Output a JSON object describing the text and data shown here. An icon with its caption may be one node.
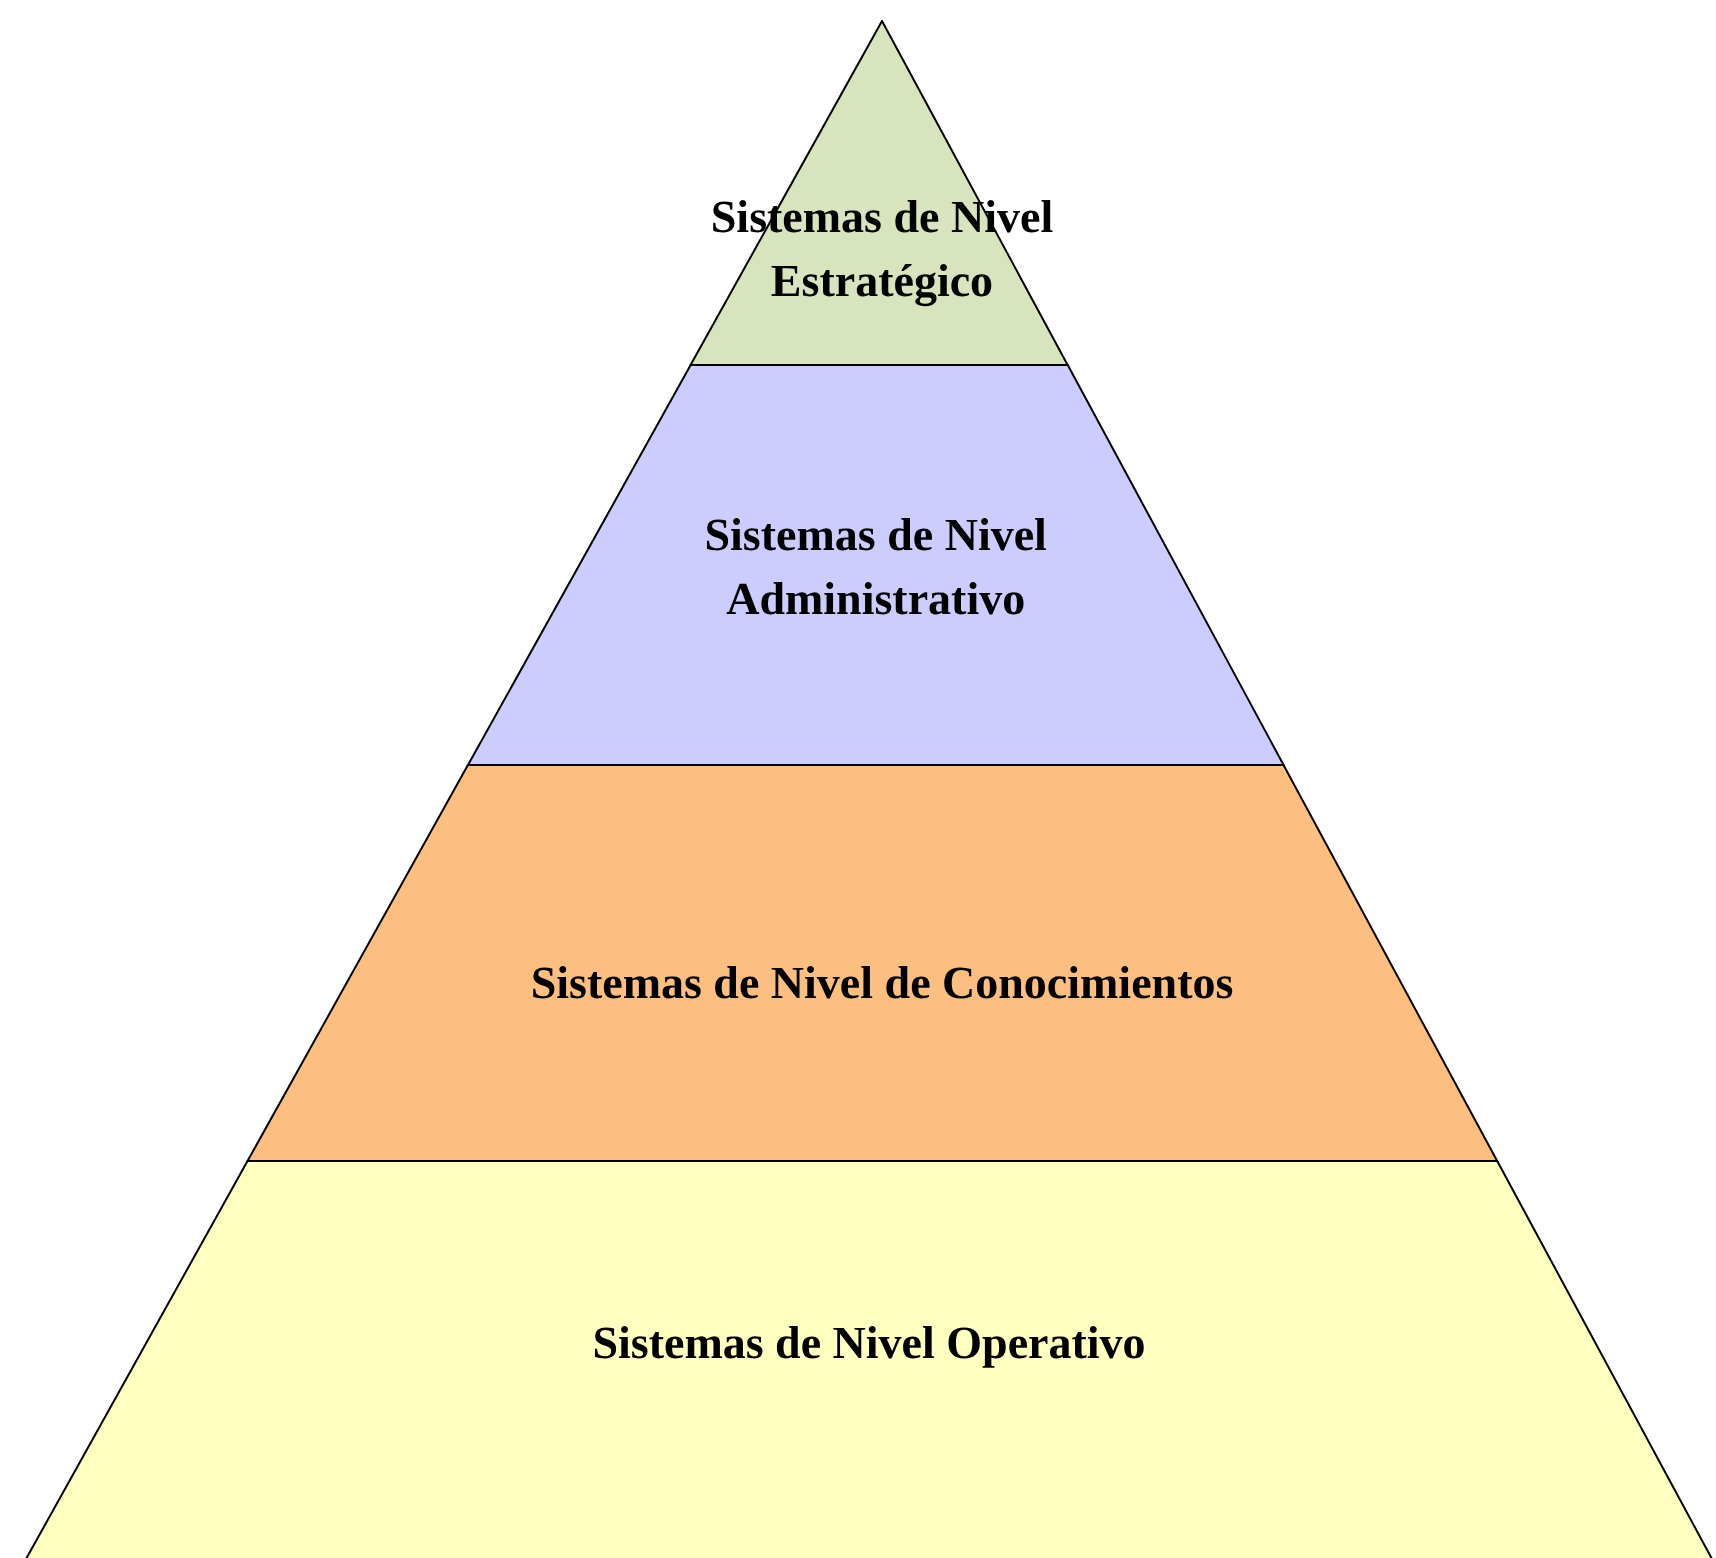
{
  "diagram": {
    "nodes": [
      {
        "text": [
          "Sistemas de Nivel Estratégico"
        ]
      },
      {
        "text": [
          "Sistemas de Nivel Administrativo"
        ]
      },
      {
        "text": [
          "Sistemas de Nivel de Conocimientos"
        ]
      },
      {
        "text": [
          "Sistemas de Nivel Operativo"
        ]
      }
    ]
  }
}
